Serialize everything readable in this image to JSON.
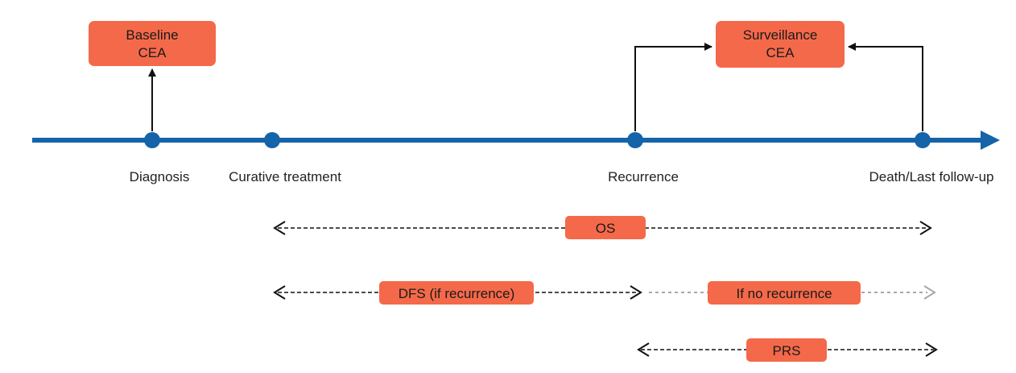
{
  "colors": {
    "timeline": "#1563a8",
    "box_fill": "#f4694a",
    "arrow_dark": "#111111",
    "arrow_grey": "#a8a8a8"
  },
  "boxes": {
    "baseline_cea": {
      "line1": "Baseline",
      "line2": "CEA"
    },
    "surveillance_cea": {
      "line1": "Surveillance",
      "line2": "CEA"
    }
  },
  "milestones": [
    {
      "label": "Diagnosis"
    },
    {
      "label": "Curative treatment"
    },
    {
      "label": "Recurrence"
    },
    {
      "label": "Death/Last follow-up"
    }
  ],
  "intervals": {
    "os": {
      "label": "OS"
    },
    "dfs": {
      "label": "DFS (if recurrence)"
    },
    "no_recurrence": {
      "label": "If no recurrence"
    },
    "prs": {
      "label": "PRS"
    }
  }
}
